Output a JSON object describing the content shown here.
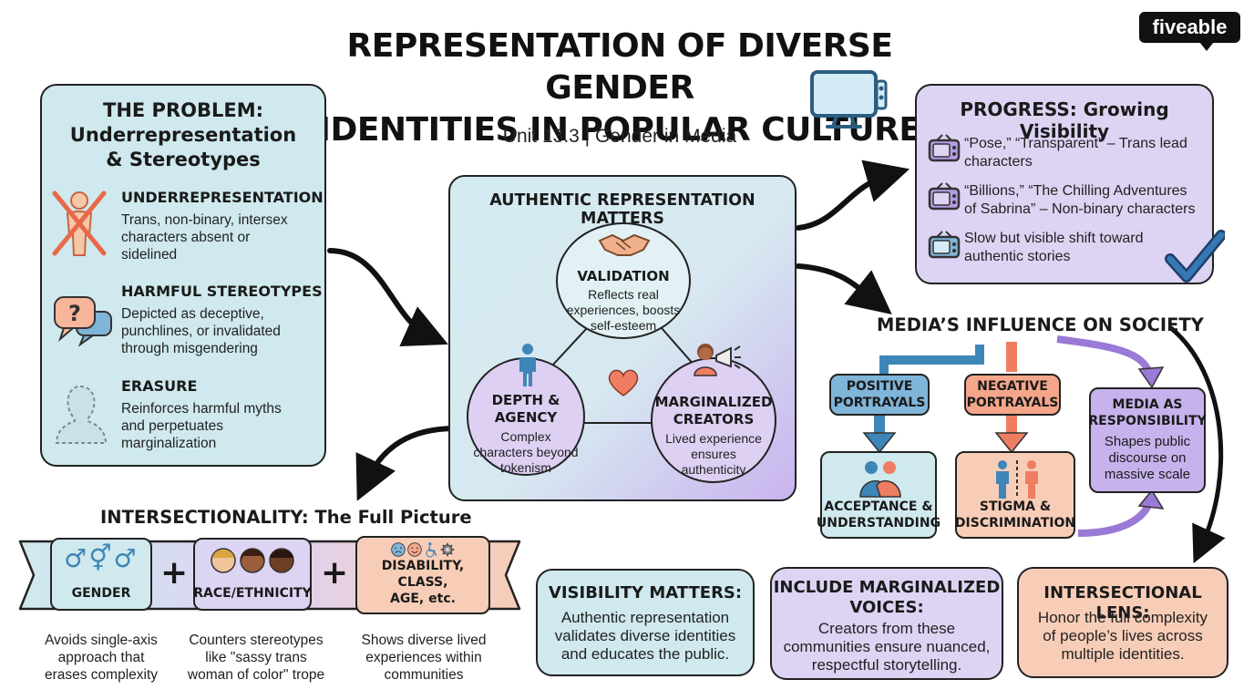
{
  "title_line1": "REPRESENTATION OF DIVERSE GENDER",
  "title_line2": "IDENTITIES IN POPULAR CULTURE",
  "subtitle": "Unit 13.3 | Gender in Media",
  "logo": "fiveable",
  "problem": {
    "title_line1": "THE PROBLEM:",
    "title_line2": "Underrepresentation",
    "title_line3": "& Stereotypes",
    "items": [
      {
        "heading": "UNDERREPRESENTATION",
        "text_lines": [
          "Trans, non-binary, intersex",
          "characters absent or",
          "sidelined"
        ],
        "icon": "crossed-person-icon"
      },
      {
        "heading": "HARMFUL STEREOTYPES",
        "text_lines": [
          "Depicted as deceptive,",
          "punchlines, or invalidated",
          "through misgendering"
        ],
        "icon": "question-bubble-icon"
      },
      {
        "heading": "ERASURE",
        "text_lines": [
          "Reinforces harmful myths",
          "and perpetuates",
          "marginalization"
        ],
        "icon": "fading-silhouette-icon"
      }
    ]
  },
  "authentic": {
    "title": "AUTHENTIC REPRESENTATION MATTERS",
    "validation": {
      "heading": "VALIDATION",
      "text_lines": [
        "Reflects real",
        "experiences, boosts",
        "self-esteem"
      ],
      "icon": "handshake-icon"
    },
    "depth": {
      "heading_lines": [
        "DEPTH &",
        "AGENCY"
      ],
      "text_lines": [
        "Complex",
        "characters beyond",
        "tokenism"
      ],
      "icon": "person-icon"
    },
    "creators": {
      "heading_lines": [
        "MARGINALIZED",
        "CREATORS"
      ],
      "text_lines": [
        "Lived experience",
        "ensures",
        "authenticity"
      ],
      "icon": "megaphone-person-icon"
    },
    "center_icon": "heart-icon"
  },
  "progress": {
    "title": "PROGRESS: Growing Visibility",
    "items": [
      {
        "lines": [
          "“Pose,” “Transparent” – Trans lead",
          "characters"
        ]
      },
      {
        "lines": [
          "“Billions,” “The Chilling Adventures",
          "of Sabrina” – Non-binary characters"
        ]
      },
      {
        "lines": [
          "Slow but visible shift toward",
          "authentic stories"
        ]
      }
    ],
    "item_icon": "tv-icon",
    "check_icon": "checkmark-icon"
  },
  "influence": {
    "title": "MEDIA’S INFLUENCE ON SOCIETY",
    "positive": {
      "lines": [
        "POSITIVE",
        "PORTRAYALS"
      ]
    },
    "negative": {
      "lines": [
        "NEGATIVE",
        "PORTRAYALS"
      ]
    },
    "responsibility": {
      "lines": [
        "MEDIA AS",
        "RESPONSIBILITY"
      ],
      "text_lines": [
        "Shapes public",
        "discourse on",
        "massive scale"
      ]
    },
    "acceptance": {
      "lines": [
        "ACCEPTANCE &",
        "UNDERSTANDING"
      ],
      "icon": "hugging-people-icon"
    },
    "stigma": {
      "lines": [
        "STIGMA &",
        "DISCRIMINATION"
      ],
      "icon": "separated-people-icon"
    }
  },
  "intersectionality": {
    "title": "INTERSECTIONALITY: The Full Picture",
    "gender": {
      "label": "GENDER",
      "symbols": "♂⚥♂",
      "caption_lines": [
        "Avoids single-axis",
        "approach that",
        "erases complexity"
      ]
    },
    "race": {
      "label": "RACE/ETHNICITY",
      "caption_lines": [
        "Counters stereotypes",
        "like \"sassy trans",
        "woman of color\" trope"
      ]
    },
    "disability": {
      "label_lines": [
        "DISABILITY, CLASS,",
        "AGE, etc."
      ],
      "caption_lines": [
        "Shows diverse lived",
        "experiences within",
        "communities"
      ]
    },
    "plus": "+"
  },
  "bottom": [
    {
      "heading_lines": [
        "VISIBILITY MATTERS:"
      ],
      "text_lines": [
        "Authentic representation",
        "validates diverse identities",
        "and educates the public."
      ]
    },
    {
      "heading_lines": [
        "INCLUDE MARGINALIZED",
        "VOICES:"
      ],
      "text_lines": [
        "Creators from these",
        "communities ensure nuanced,",
        "respectful storytelling."
      ]
    },
    {
      "heading_lines": [
        "INTERSECTIONAL LENS:"
      ],
      "text_lines": [
        "Honor the full complexity",
        "of people’s lives across",
        "multiple identities."
      ]
    }
  ],
  "colors": {
    "teal": "#cfe9ee",
    "purple": "#ddd3f3",
    "salmon": "#f8cdb7",
    "blue_arrow": "#3f86b8",
    "red_arrow": "#ef7d62",
    "purple_arrow": "#9b79d6",
    "check_blue": "#3578b5"
  }
}
